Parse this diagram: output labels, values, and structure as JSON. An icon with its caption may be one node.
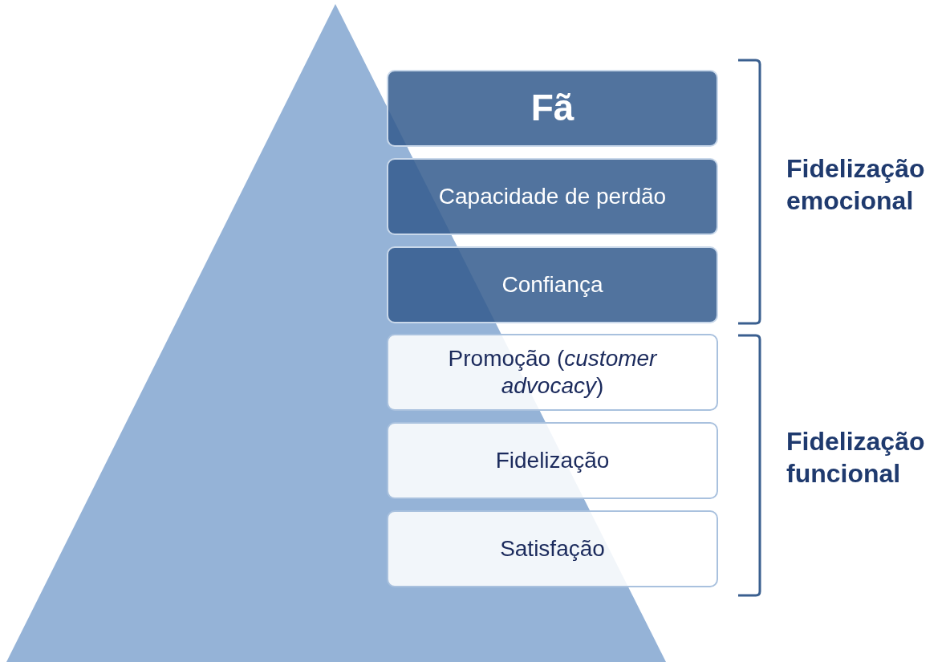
{
  "diagram": {
    "nodes": [
      {
        "text": [
          "Fã"
        ]
      },
      {
        "text": [
          "Capacidade de perdão"
        ]
      },
      {
        "text": [
          "Confiança"
        ]
      },
      {
        "text": [
          "Promoção (*customer advocacy*)"
        ]
      },
      {
        "text": [
          "Fidelização"
        ]
      },
      {
        "text": [
          "Satisfação"
        ]
      }
    ],
    "edges": [],
    "labels": [
      "Fidelização emocional",
      "Fidelização funcional"
    ]
  }
}
